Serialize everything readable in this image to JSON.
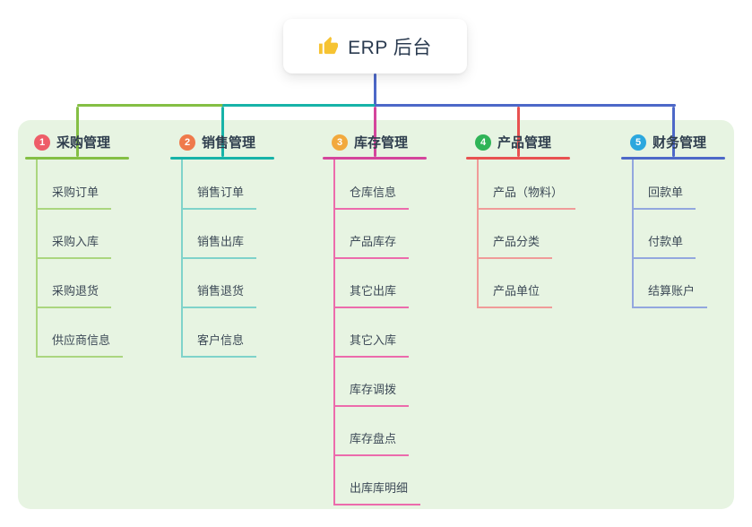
{
  "root": {
    "label": "ERP 后台",
    "icon": "thumbs-up-icon",
    "icon_color": "#f6c332"
  },
  "colors": {
    "page_bg": "#ffffff",
    "panel_bg": "#e7f4e2",
    "root_text": "#2b3b50",
    "branch_text": "#2f3e4e",
    "child_text": "#3d4a57",
    "root_connector": "#4d68c8"
  },
  "branches": [
    {
      "num": "1",
      "label": "采购管理",
      "badge_color": "#ee5d68",
      "line_color": "#84bf44",
      "child_line_color": "#abd67f",
      "children": [
        "采购订单",
        "采购入库",
        "采购退货",
        "供应商信息"
      ]
    },
    {
      "num": "2",
      "label": "销售管理",
      "badge_color": "#ef7a4b",
      "line_color": "#17b3a8",
      "child_line_color": "#7fd3ca",
      "children": [
        "销售订单",
        "销售出库",
        "销售退货",
        "客户信息"
      ]
    },
    {
      "num": "3",
      "label": "库存管理",
      "badge_color": "#f2a93d",
      "line_color": "#d4459c",
      "child_line_color": "#ec6bac",
      "children": [
        "仓库信息",
        "产品库存",
        "其它出库",
        "其它入库",
        "库存调拨",
        "库存盘点",
        "出库库明细"
      ]
    },
    {
      "num": "4",
      "label": "产品管理",
      "badge_color": "#2fb457",
      "line_color": "#e85150",
      "child_line_color": "#f09b99",
      "children": [
        "产品（物料）",
        "产品分类",
        "产品单位"
      ]
    },
    {
      "num": "5",
      "label": "财务管理",
      "badge_color": "#2ba7de",
      "line_color": "#4d68c8",
      "child_line_color": "#93a7de",
      "children": [
        "回款单",
        "付款单",
        "结算账户"
      ]
    }
  ]
}
